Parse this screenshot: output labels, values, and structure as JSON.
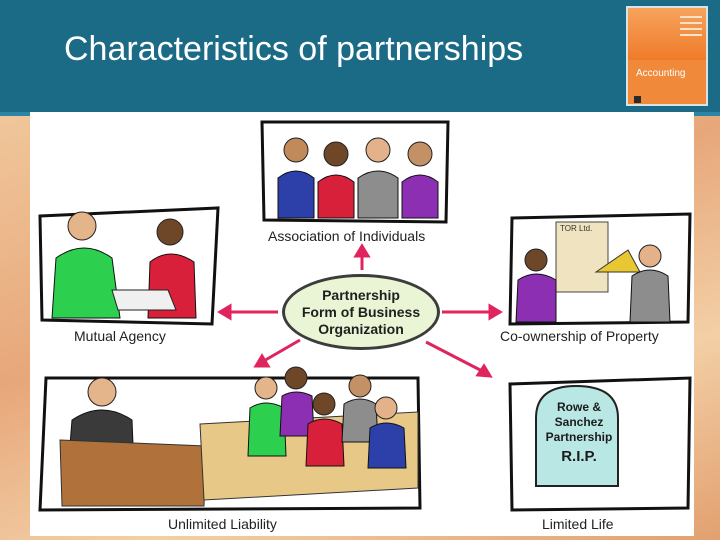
{
  "slide": {
    "title": "Characteristics of partnerships"
  },
  "book": {
    "title": "Accounting"
  },
  "center": {
    "lines": [
      "Partnership",
      "Form of Business",
      "Organization"
    ]
  },
  "labels": {
    "association": "Association of Individuals",
    "mutual_agency": "Mutual Agency",
    "co_ownership": "Co-ownership of Property",
    "unlimited_liability": "Unlimited Liability",
    "limited_life": "Limited Life"
  },
  "building_sign": "TOR Ltd.",
  "tombstone": {
    "lines": [
      "Rowe &",
      "Sanchez",
      "Partnership"
    ],
    "rip": "R.I.P."
  },
  "colors": {
    "header": "#1b6a86",
    "arrow": "#e0245e",
    "oval_fill": "#e9f5d5"
  }
}
